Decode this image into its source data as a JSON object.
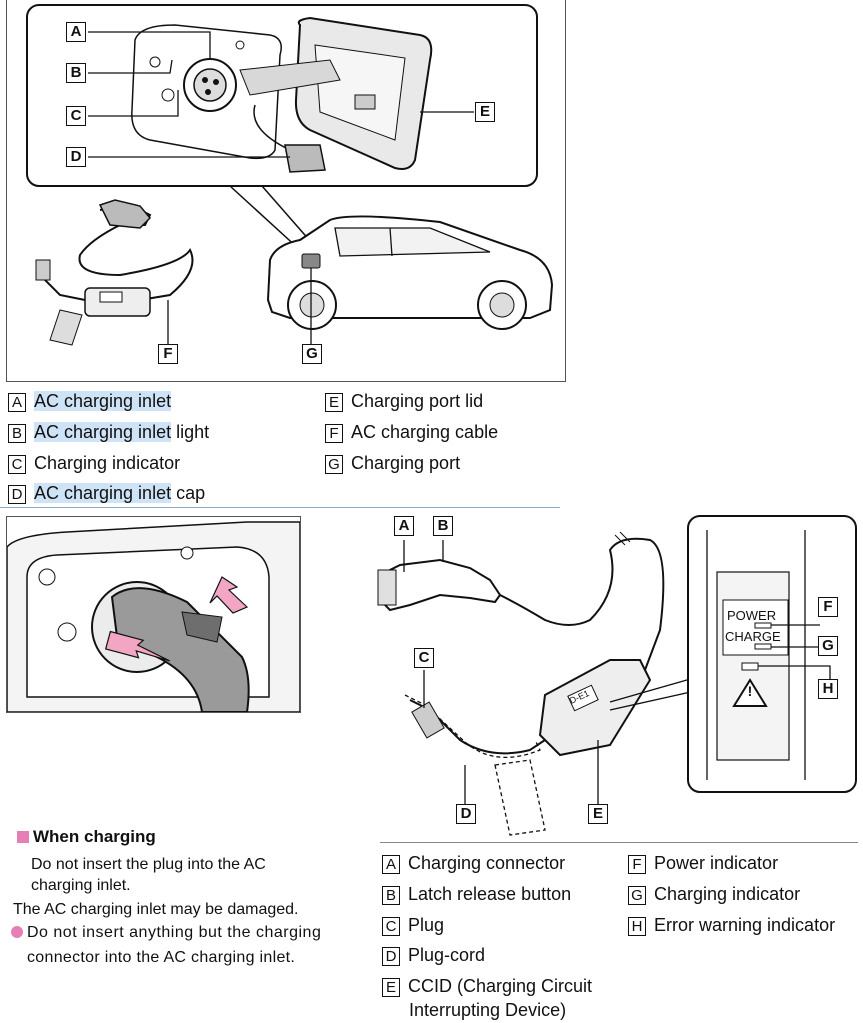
{
  "top_figure": {
    "callouts": [
      "A",
      "B",
      "C",
      "D",
      "E",
      "F",
      "G"
    ]
  },
  "top_legend": [
    {
      "letter": "A",
      "highlight": "AC charging inlet",
      "rest": ""
    },
    {
      "letter": "B",
      "highlight": "AC charging inlet",
      "rest": " light"
    },
    {
      "letter": "C",
      "highlight": "",
      "rest": "Charging indicator"
    },
    {
      "letter": "D",
      "highlight": "AC charging inlet",
      "rest": " cap"
    },
    {
      "letter": "E",
      "highlight": "",
      "rest": "Charging port lid"
    },
    {
      "letter": "F",
      "highlight": "",
      "rest": "AC charging cable"
    },
    {
      "letter": "G",
      "highlight": "",
      "rest": "Charging port"
    }
  ],
  "ccid_panel": {
    "power_label": "POWER",
    "charge_label": "CHARGE",
    "unit_text": "D-E1",
    "warning_glyph": "!",
    "callouts": [
      "A",
      "B",
      "C",
      "D",
      "E",
      "F",
      "G",
      "H"
    ]
  },
  "bottom_legend": [
    {
      "letter": "A",
      "text": "Charging connector"
    },
    {
      "letter": "B",
      "text": "Latch release button"
    },
    {
      "letter": "C",
      "text": "Plug"
    },
    {
      "letter": "D",
      "text": "Plug-cord"
    },
    {
      "letter": "E",
      "text": "CCID (Charging Circuit",
      "text2": "Interrupting Device)"
    },
    {
      "letter": "F",
      "text": "Power indicator"
    },
    {
      "letter": "G",
      "text": "Charging indicator"
    },
    {
      "letter": "H",
      "text": "Error warning indicator"
    }
  ],
  "notes": {
    "heading": "When charging",
    "line1": "Do not insert the plug into the AC",
    "line2": "charging inlet.",
    "line3": "The AC charging inlet may be damaged.",
    "line4": "Do not insert anything but the charging",
    "line5": "connector into the AC charging inlet."
  },
  "colors": {
    "highlight": "#cfe3f7",
    "bullet": "#e67fb5",
    "arrow": "#f2a6c4"
  }
}
